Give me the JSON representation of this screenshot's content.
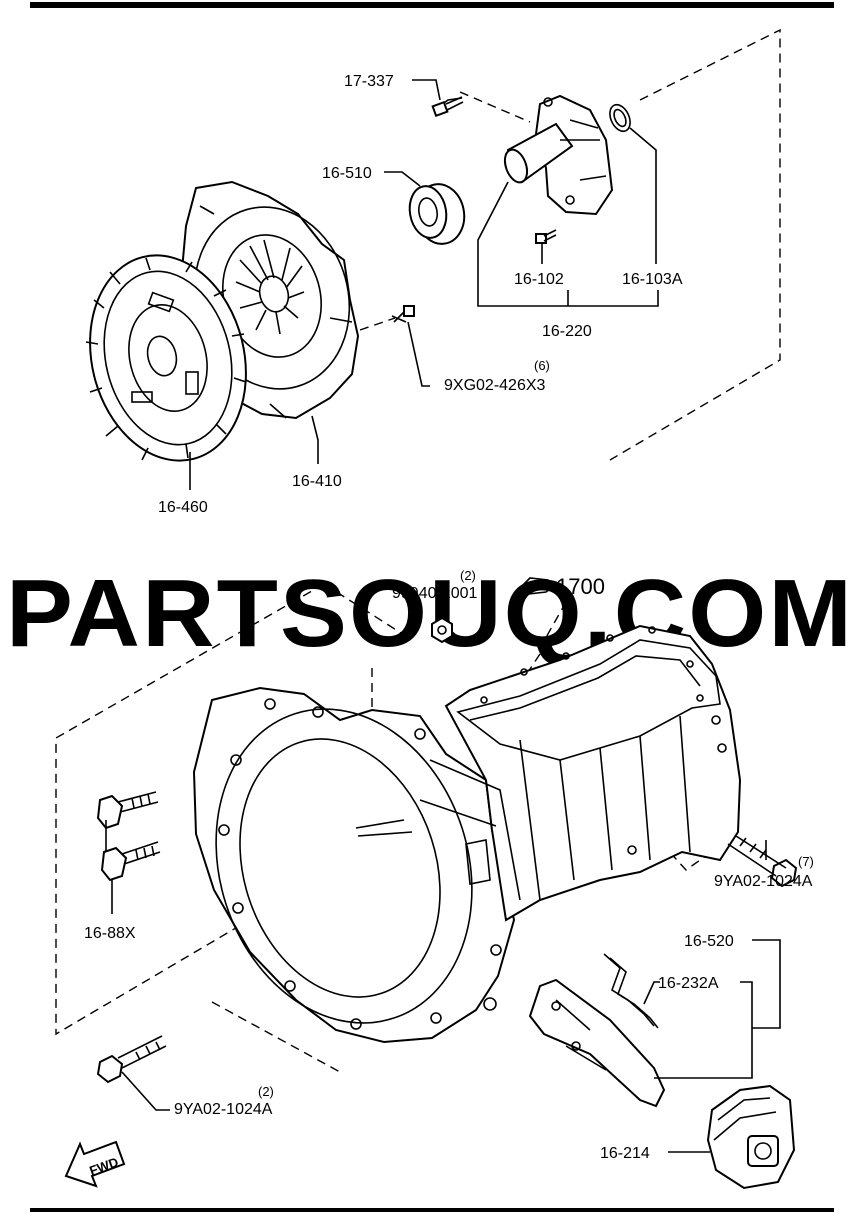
{
  "callouts": {
    "p17_337": "17-337",
    "p16_510": "16-510",
    "p16_102": "16-102",
    "p16_103A": "16-103A",
    "p16_220": "16-220",
    "p9XG02": "9XG02-426X3",
    "p9XG02_qty": "(6)",
    "p16_410": "16-410",
    "p16_460": "16-460",
    "p99940": "99940-1001",
    "p99940_qty": "(2)",
    "p1700": "1700",
    "p16_88X": "16-88X",
    "p9YA02_r": "9YA02-1024A",
    "p9YA02_r_qty": "(7)",
    "p16_520": "16-520",
    "p16_232A": "16-232A",
    "p9YA02_b": "9YA02-1024A",
    "p9YA02_b_qty": "(2)",
    "p16_214": "16-214"
  },
  "fwd_label": "FWD",
  "watermark": "PARTSOUQ.COM",
  "colors": {
    "line": "#000000",
    "watermark": "#b5b5b5",
    "background": "#ffffff"
  }
}
